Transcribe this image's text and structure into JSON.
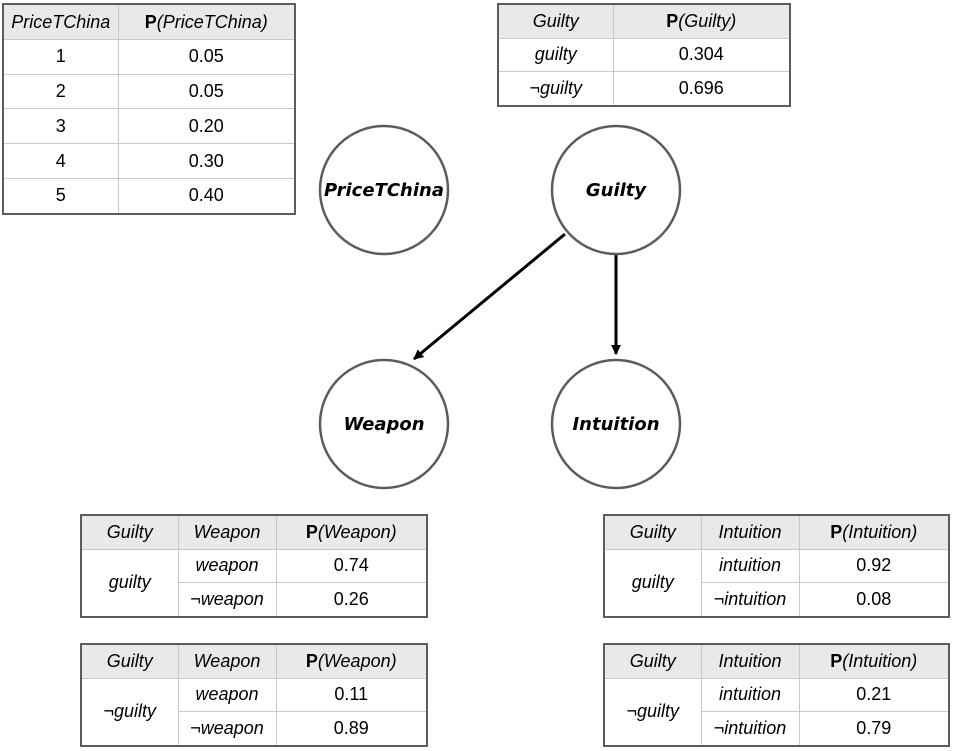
{
  "nodes": {
    "price": "PriceTChina",
    "guilty": "Guilty",
    "weapon": "Weapon",
    "intuition": "Intuition"
  },
  "price_table": {
    "col_var": "PriceTChina",
    "col_prob_prefix": "P",
    "col_prob_arg": "(PriceTChina)",
    "rows": [
      {
        "value": "1",
        "prob": "0.05"
      },
      {
        "value": "2",
        "prob": "0.05"
      },
      {
        "value": "3",
        "prob": "0.20"
      },
      {
        "value": "4",
        "prob": "0.30"
      },
      {
        "value": "5",
        "prob": "0.40"
      }
    ]
  },
  "guilty_table": {
    "col_var": "Guilty",
    "col_prob_prefix": "P",
    "col_prob_arg": "(Guilty)",
    "rows": [
      {
        "value": "guilty",
        "prob": "0.304"
      },
      {
        "value": "¬guilty",
        "prob": "0.696"
      }
    ]
  },
  "weapon_tables": [
    {
      "col_parent": "Guilty",
      "col_var": "Weapon",
      "col_prob_prefix": "P",
      "col_prob_arg": "(Weapon)",
      "parent_value": "guilty",
      "rows": [
        {
          "value": "weapon",
          "prob": "0.74"
        },
        {
          "value": "¬weapon",
          "prob": "0.26"
        }
      ]
    },
    {
      "col_parent": "Guilty",
      "col_var": "Weapon",
      "col_prob_prefix": "P",
      "col_prob_arg": "(Weapon)",
      "parent_value": "¬guilty",
      "rows": [
        {
          "value": "weapon",
          "prob": "0.11"
        },
        {
          "value": "¬weapon",
          "prob": "0.89"
        }
      ]
    }
  ],
  "intuition_tables": [
    {
      "col_parent": "Guilty",
      "col_var": "Intuition",
      "col_prob_prefix": "P",
      "col_prob_arg": "(Intuition)",
      "parent_value": "guilty",
      "rows": [
        {
          "value": "intuition",
          "prob": "0.92"
        },
        {
          "value": "¬intuition",
          "prob": "0.08"
        }
      ]
    },
    {
      "col_parent": "Guilty",
      "col_var": "Intuition",
      "col_prob_prefix": "P",
      "col_prob_arg": "(Intuition)",
      "parent_value": "¬guilty",
      "rows": [
        {
          "value": "intuition",
          "prob": "0.21"
        },
        {
          "value": "¬intuition",
          "prob": "0.79"
        }
      ]
    }
  ]
}
